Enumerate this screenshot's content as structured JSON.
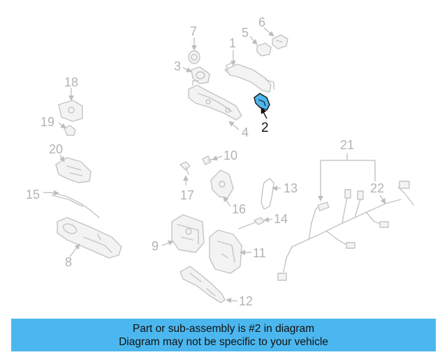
{
  "callouts": [
    "1",
    "2",
    "3",
    "4",
    "5",
    "6",
    "7",
    "8",
    "9",
    "11",
    "12",
    "13",
    "14",
    "15",
    "16",
    "17",
    "18",
    "19",
    "20",
    "21",
    "22"
  ],
  "callout_10": "10",
  "highlighted_part": "2",
  "highlight_color": "#4cb6ee",
  "banner": {
    "line1": "Part or sub-assembly is #2 in diagram",
    "line2": "Diagram may not be specific to your vehicle",
    "color": "#4cb7ef"
  }
}
